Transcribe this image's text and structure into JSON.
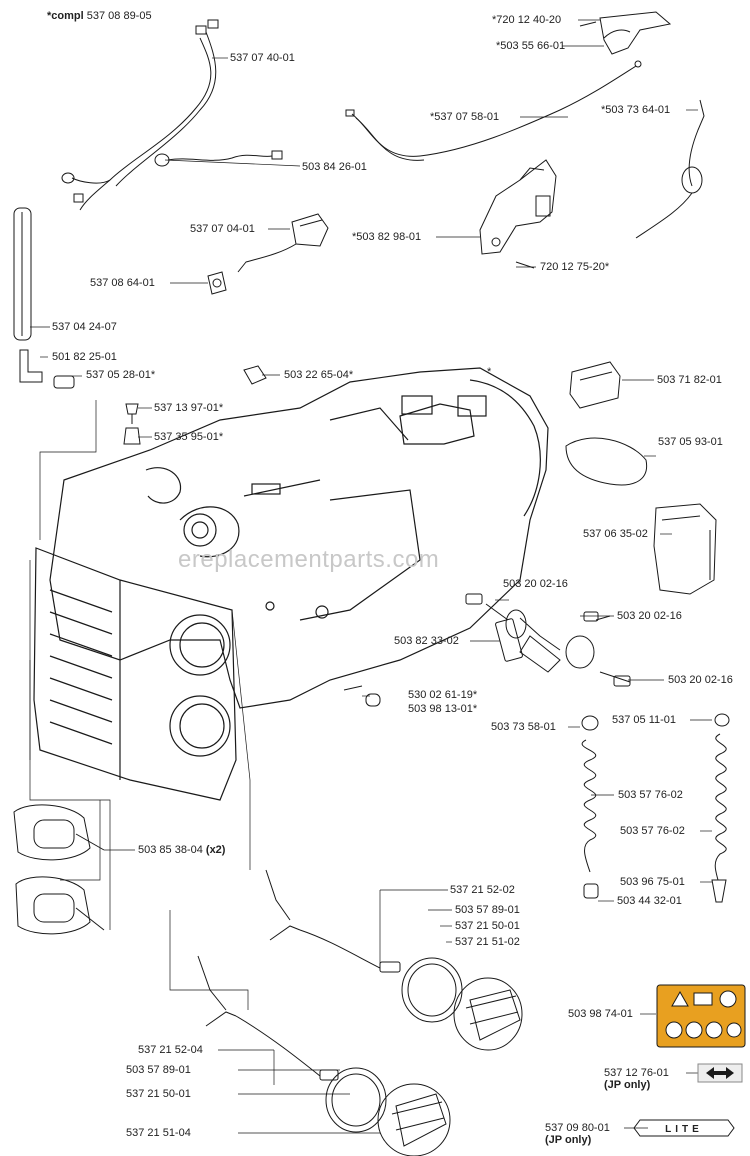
{
  "labels": {
    "compl_prefix": "*compl",
    "p_537088905": "537 08 89-05",
    "p_537074001": "537 07 40-01",
    "p_503842601": "503 84 26-01",
    "p_537070401": "537 07 04-01",
    "p_537086401": "537 08 64-01",
    "p_537042407": "537 04 24-07",
    "p_501822501": "501 82 25-01",
    "p_537052801": "537 05 28-01*",
    "p_537139701": "537 13 97-01*",
    "p_537359501": "537 35 95-01*",
    "p_503226504": "503 22 65-04*",
    "p_720124020": "*720 12 40-20",
    "p_503556601": "*503 55 66-01",
    "p_537075801": "*537 07 58-01",
    "p_503736401": "*503 73 64-01",
    "p_503829801": "*503 82 98-01",
    "p_720127520": "720 12 75-20*",
    "p_503718201": "503 71 82-01",
    "p_537059301": "537 05 93-01",
    "p_537063502": "537 06 35-02",
    "p_503200216a": "503 20 02-16",
    "p_503200216b": "503 20 02-16",
    "p_503823302": "503 82 33-02",
    "p_503200216c": "503 20 02-16",
    "p_530026119": "530 02 61-19*",
    "p_503981301": "503 98 13-01*",
    "p_503735801": "503 73 58-01",
    "p_537051101": "537 05 11-01",
    "p_503577602a": "503 57 76-02",
    "p_503577602b": "503 57 76-02",
    "p_503967501": "503 96 75-01",
    "p_503443201": "503 44 32-01",
    "p_503853804": "503 85 38-04",
    "x2": "(x2)",
    "p_537215202": "537 21 52-02",
    "p_503578901a": "503 57 89-01",
    "p_537215001a": "537 21 50-01",
    "p_537215102": "537 21 51-02",
    "p_503987401": "503 98 74-01",
    "p_537215204": "537 21 52-04",
    "p_503578901b": "503 57 89-01",
    "p_537215001b": "537 21 50-01",
    "p_537215104": "537 21 51-04",
    "p_537127601": "537 12 76-01",
    "jp_only_a": "(JP only)",
    "p_537098001": "537 09 80-01",
    "jp_only_b": "(JP only)",
    "asterisk": "*"
  },
  "decal_lite": "LITE",
  "watermark": "ereplacementparts.com",
  "colors": {
    "line": "#1a1a1a",
    "decal": "#e8a020"
  },
  "icons": [
    "warning-triangle-icon",
    "manual-book-icon",
    "helmet-icon",
    "arrow-double-icon"
  ]
}
